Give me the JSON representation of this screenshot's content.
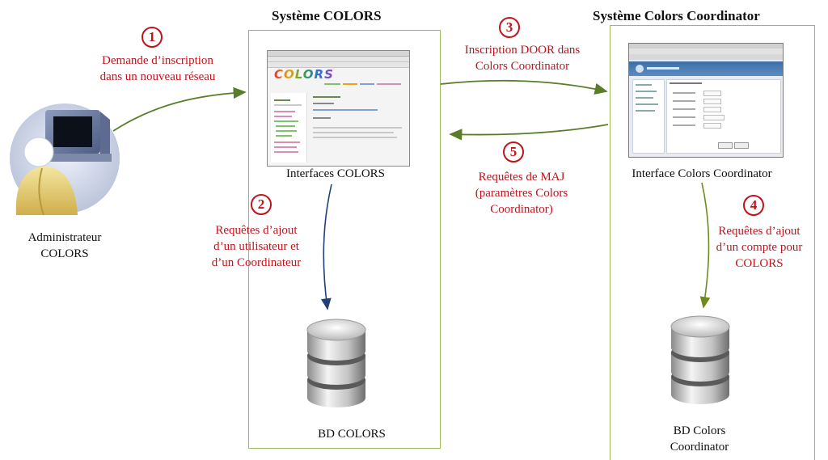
{
  "systems": {
    "colors": {
      "title": "Système COLORS"
    },
    "coordinator": {
      "title": "Système Colors Coordinator"
    }
  },
  "actors": {
    "admin": {
      "label_line1": "Administrateur",
      "label_line2": "COLORS",
      "icon": "computer-user-icon"
    }
  },
  "components": {
    "colors_ui": {
      "label": "Interfaces COLORS",
      "logo_text": "COLORS"
    },
    "coordinator_ui": {
      "label": "Interface Colors Coordinator"
    },
    "colors_db": {
      "label": "BD COLORS",
      "icon": "database-icon"
    },
    "coordinator_db": {
      "label_line1": "BD Colors",
      "label_line2": "Coordinator",
      "icon": "database-icon"
    }
  },
  "steps": [
    {
      "number": "1",
      "lines": [
        "Demande  d’inscription",
        "dans un nouveau réseau"
      ]
    },
    {
      "number": "2",
      "lines": [
        "Requêtes d’ajout",
        "d’un utilisateur et",
        "d’un Coordinateur"
      ]
    },
    {
      "number": "3",
      "lines": [
        "Inscription DOOR dans",
        "Colors Coordinator"
      ]
    },
    {
      "number": "4",
      "lines": [
        "Requêtes d’ajout",
        "d’un compte pour",
        "COLORS"
      ]
    },
    {
      "number": "5",
      "lines": [
        "Requêtes de MAJ",
        "(paramètres Colors",
        "Coordinator)"
      ]
    }
  ],
  "colors": {
    "step_red": "#c0141c",
    "box_border": "#9bbb59",
    "arrow_green": "#5a7d2a",
    "arrow_blue": "#1f3f7a",
    "arrow_olive": "#6d8a1f"
  }
}
